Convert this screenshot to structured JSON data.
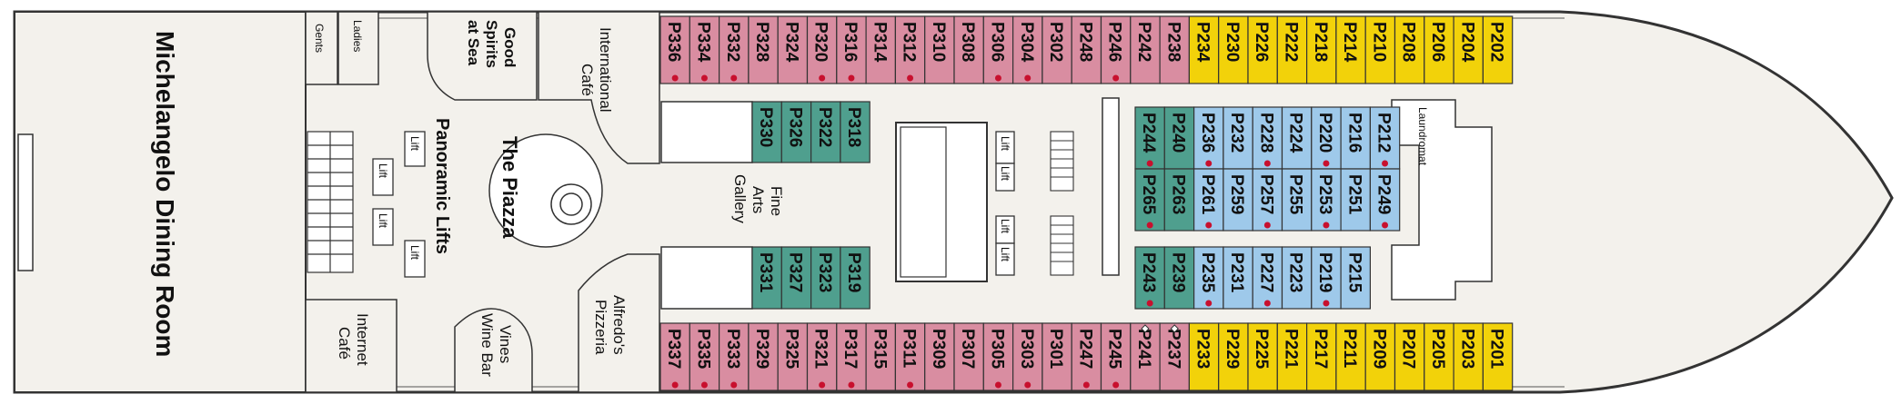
{
  "colors": {
    "hull_fill": "#f3f1ec",
    "outline": "#333333",
    "pink": "#d98da1",
    "teal": "#4f9f8e",
    "blue": "#9ec9ea",
    "yellow": "#f2d20a",
    "dot": "#c8102e"
  },
  "venues": {
    "dining_room": "Michelangelo Dining Room",
    "piazza": "The Piazza",
    "panoramic_lifts": "Panoramic Lifts",
    "good_spirits_1": "Good",
    "good_spirits_2": "Spirits",
    "good_spirits_3": "at Sea",
    "international_1": "International",
    "international_2": "Café",
    "fine_arts_1": "Fine",
    "fine_arts_2": "Arts",
    "fine_arts_3": "Gallery",
    "alfredos_1": "Alfredo's",
    "alfredos_2": "Pizzeria",
    "vines_1": "Vines",
    "vines_2": "Wine Bar",
    "internet_1": "Internet",
    "internet_2": "Café",
    "laundromat": "Laundromat",
    "ladies": "Ladies",
    "gents": "Gents",
    "lift": "Lift"
  },
  "cabins": {
    "top_pink": [
      "P336",
      "P334",
      "P332",
      "P328",
      "P324",
      "P320",
      "P316",
      "P314",
      "P312",
      "P310",
      "P308",
      "P306",
      "P304",
      "P302",
      "P248",
      "P246",
      "P242",
      "P238"
    ],
    "top_pink_dots": [
      "P336",
      "P334",
      "P332",
      "P320",
      "P316",
      "P312",
      "P306",
      "P304",
      "P246"
    ],
    "top_yellow": [
      "P234",
      "P230",
      "P226",
      "P222",
      "P218",
      "P214",
      "P210",
      "P208",
      "P206",
      "P204",
      "P202"
    ],
    "bottom_pink": [
      "P337",
      "P335",
      "P333",
      "P329",
      "P325",
      "P321",
      "P317",
      "P315",
      "P311",
      "P309",
      "P307",
      "P305",
      "P303",
      "P301",
      "P247",
      "P245",
      "P241",
      "P237"
    ],
    "bottom_pink_dots": [
      "P337",
      "P335",
      "P333",
      "P321",
      "P317",
      "P311",
      "P305",
      "P303",
      "P247",
      "P245"
    ],
    "bottom_pink_diamonds": [
      "P241",
      "P237"
    ],
    "bottom_yellow": [
      "P233",
      "P229",
      "P225",
      "P221",
      "P217",
      "P211",
      "P209",
      "P207",
      "P205",
      "P203",
      "P201"
    ],
    "teal_upper": [
      "P330",
      "P326",
      "P322",
      "P318"
    ],
    "teal_lower": [
      "P331",
      "P327",
      "P323",
      "P319"
    ],
    "mid_row1": [
      "P244",
      "P240",
      "P236",
      "P232",
      "P228",
      "P224",
      "P220",
      "P216",
      "P212"
    ],
    "mid_row1_dots": [
      "P244",
      "P236",
      "P228",
      "P220",
      "P212"
    ],
    "mid_row2": [
      "P265",
      "P263",
      "P261",
      "P259",
      "P257",
      "P255",
      "P253",
      "P251",
      "P249"
    ],
    "mid_row2_dots": [
      "P265",
      "P261",
      "P257",
      "P253",
      "P249"
    ],
    "mid_row3": [
      "P243",
      "P239",
      "P235",
      "P231",
      "P227",
      "P223",
      "P219",
      "P215"
    ],
    "mid_row3_dots": [
      "P243",
      "P235",
      "P227",
      "P219"
    ]
  }
}
